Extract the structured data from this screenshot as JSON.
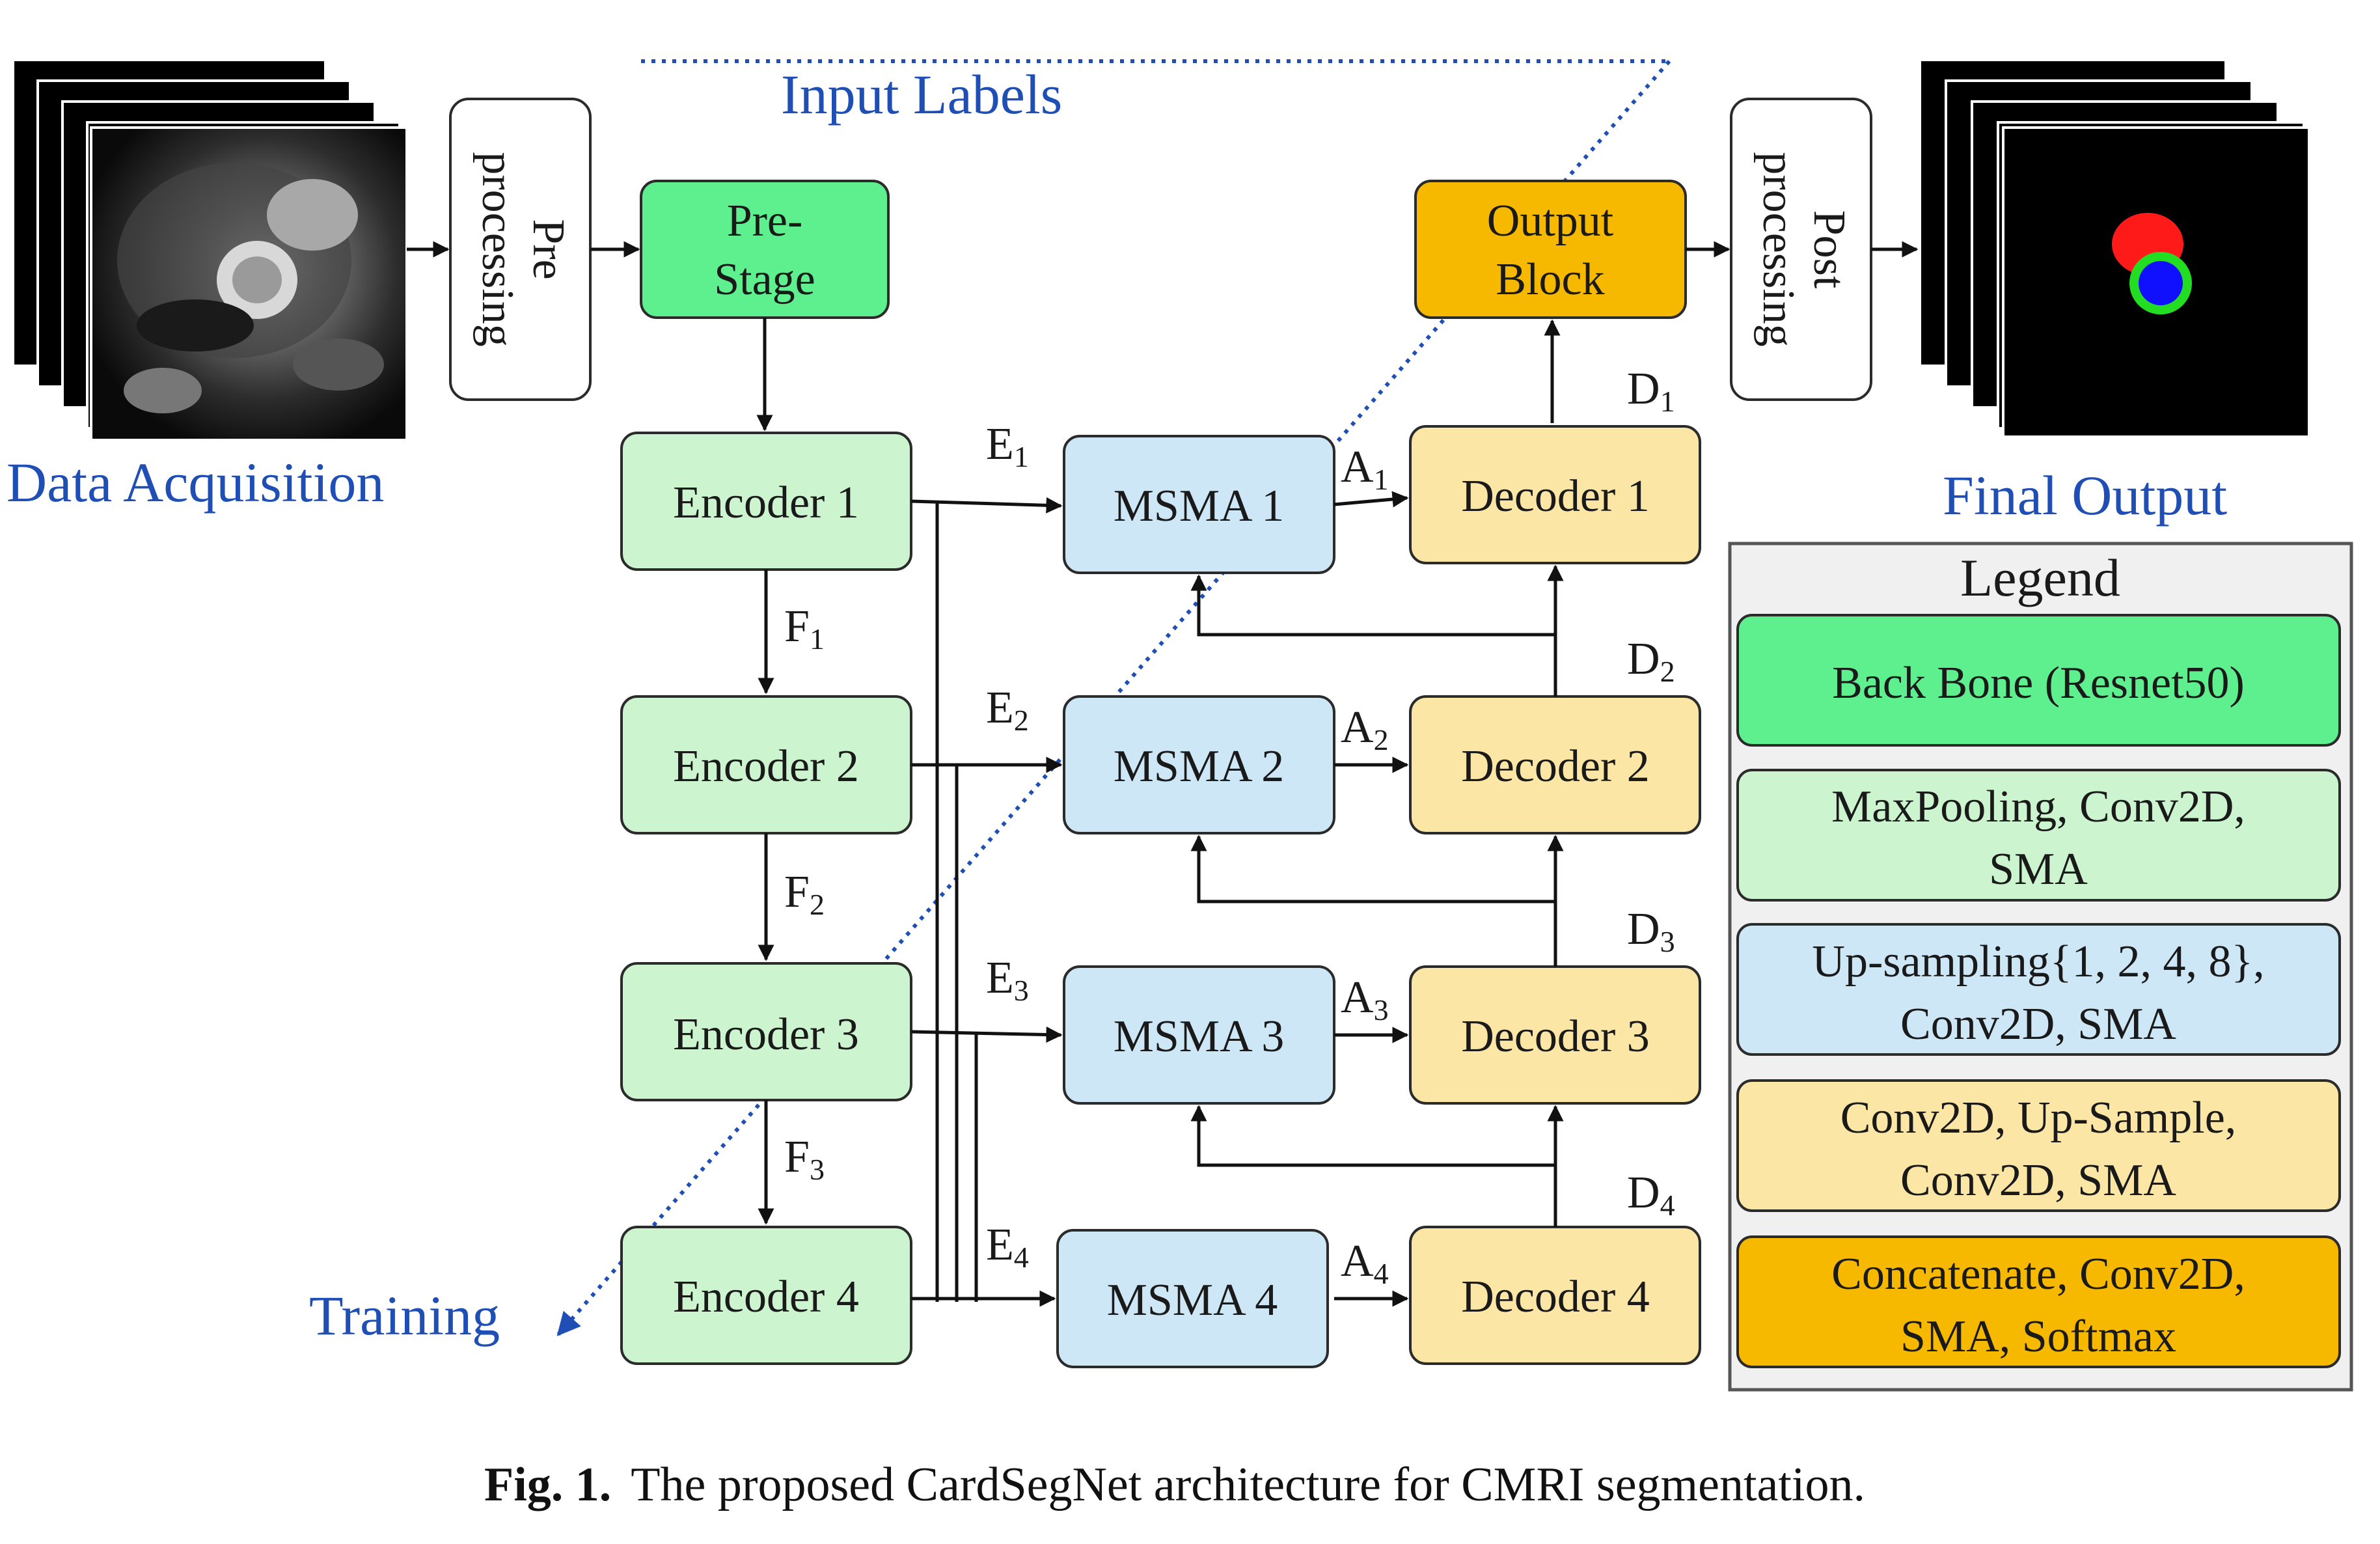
{
  "labels": {
    "data_acquisition": "Data Acquisition",
    "preprocessing_1": "Pre",
    "preprocessing_2": "processing",
    "prestage_1": "Pre-",
    "prestage_2": "Stage",
    "input_labels": "Input Labels",
    "training": "Training",
    "output_block_1": "Output",
    "output_block_2": "Block",
    "postprocessing_1": "Post",
    "postprocessing_2": "processing",
    "final_output": "Final Output"
  },
  "encoders": [
    {
      "label": "Encoder 1",
      "edge": "E",
      "edge_sub": "1"
    },
    {
      "label": "Encoder 2",
      "edge": "E",
      "edge_sub": "2"
    },
    {
      "label": "Encoder 3",
      "edge": "E",
      "edge_sub": "3"
    },
    {
      "label": "Encoder  4",
      "edge": "E",
      "edge_sub": "4"
    }
  ],
  "encoder_links": [
    {
      "edge": "F",
      "edge_sub": "1"
    },
    {
      "edge": "F",
      "edge_sub": "2"
    },
    {
      "edge": "F",
      "edge_sub": "3"
    }
  ],
  "msma": [
    {
      "label": "MSMA 1",
      "edge": "A",
      "edge_sub": "1"
    },
    {
      "label": "MSMA 2",
      "edge": "A",
      "edge_sub": "2"
    },
    {
      "label": "MSMA 3",
      "edge": "A",
      "edge_sub": "3"
    },
    {
      "label": "MSMA 4",
      "edge": "A",
      "edge_sub": "4"
    }
  ],
  "decoders": [
    {
      "label": "Decoder 1",
      "edge": "D",
      "edge_sub": "1"
    },
    {
      "label": "Decoder 2",
      "edge": "D",
      "edge_sub": "2"
    },
    {
      "label": "Decoder 3",
      "edge": "D",
      "edge_sub": "3"
    },
    {
      "label": "Decoder 4",
      "edge": "D",
      "edge_sub": "4"
    }
  ],
  "legend": {
    "title": "Legend",
    "items": [
      {
        "line1": "Back Bone (Resnet50)",
        "line2": "",
        "color": "#5ef08f"
      },
      {
        "line1": "MaxPooling,  Conv2D,",
        "line2": "SMA",
        "color": "#ccf5cf"
      },
      {
        "line1": "Up-sampling{1, 2, 4, 8},",
        "line2": "Conv2D,  SMA",
        "color": "#cde7f7"
      },
      {
        "line1": "Conv2D,  Up-Sample,",
        "line2": "Conv2D,  SMA",
        "color": "#fbe6a6"
      },
      {
        "line1": "Concatenate,  Conv2D,",
        "line2": "SMA,  Softmax",
        "color": "#f7b900"
      }
    ]
  },
  "colors": {
    "backbone": "#5ef08f",
    "encoder": "#ccf5cf",
    "msma": "#cde7f7",
    "decoder": "#fbe6a6",
    "output": "#f7b900",
    "annotation_blue": "#1f4fb5"
  },
  "caption": {
    "prefix": "Fig. 1.",
    "text": "The proposed CardSegNet architecture for CMRI segmentation."
  }
}
